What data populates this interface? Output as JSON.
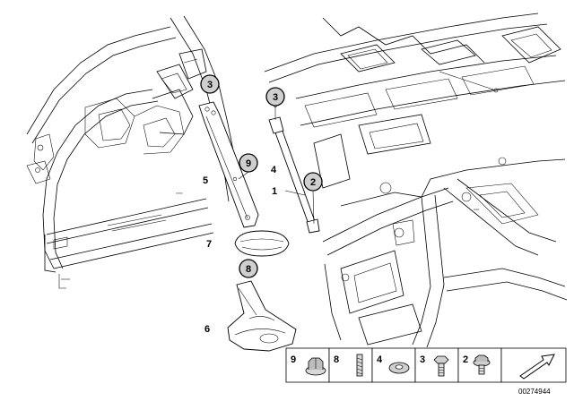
{
  "callouts": {
    "c3a": "3",
    "c3b": "3",
    "c9": "9",
    "c2": "2",
    "c8": "8"
  },
  "labels": {
    "l4": "4",
    "l1": "1",
    "l5": "5",
    "l7": "7",
    "l6": "6"
  },
  "legend": {
    "items": [
      {
        "number": "9",
        "icon": "hex-nut-icon"
      },
      {
        "number": "8",
        "icon": "stud-bolt-icon"
      },
      {
        "number": "4",
        "icon": "washer-icon"
      },
      {
        "number": "3",
        "icon": "hex-screw-icon"
      },
      {
        "number": "2",
        "icon": "collar-screw-icon"
      }
    ]
  },
  "doc_id": "00274944"
}
